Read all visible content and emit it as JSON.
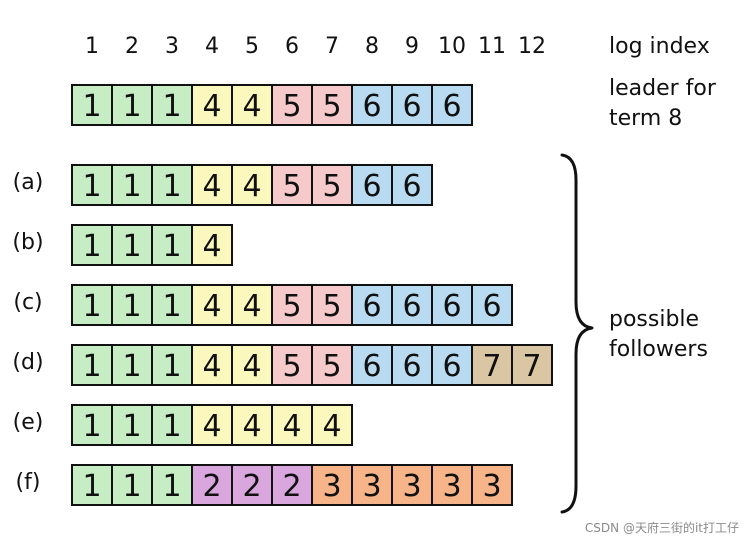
{
  "log_index": {
    "label": "log index",
    "indices": [
      "1",
      "2",
      "3",
      "4",
      "5",
      "6",
      "7",
      "8",
      "9",
      "10",
      "11",
      "12"
    ]
  },
  "leader": {
    "label_line1": "leader for",
    "label_line2": "term 8",
    "entries": [
      "1",
      "1",
      "1",
      "4",
      "4",
      "5",
      "5",
      "6",
      "6",
      "6"
    ]
  },
  "followers": {
    "label_line1": "possible",
    "label_line2": "followers",
    "rows": [
      {
        "label": "(a)",
        "entries": [
          "1",
          "1",
          "1",
          "4",
          "4",
          "5",
          "5",
          "6",
          "6"
        ]
      },
      {
        "label": "(b)",
        "entries": [
          "1",
          "1",
          "1",
          "4"
        ]
      },
      {
        "label": "(c)",
        "entries": [
          "1",
          "1",
          "1",
          "4",
          "4",
          "5",
          "5",
          "6",
          "6",
          "6",
          "6"
        ]
      },
      {
        "label": "(d)",
        "entries": [
          "1",
          "1",
          "1",
          "4",
          "4",
          "5",
          "5",
          "6",
          "6",
          "6",
          "7",
          "7"
        ]
      },
      {
        "label": "(e)",
        "entries": [
          "1",
          "1",
          "1",
          "4",
          "4",
          "4",
          "4"
        ]
      },
      {
        "label": "(f)",
        "entries": [
          "1",
          "1",
          "1",
          "2",
          "2",
          "2",
          "3",
          "3",
          "3",
          "3",
          "3"
        ]
      }
    ]
  },
  "term_colors": {
    "1": "#c6edc4",
    "2": "#d9a6dd",
    "3": "#f7b489",
    "4": "#fbf8bd",
    "5": "#f6caca",
    "6": "#b9dbf2",
    "7": "#dac6a3"
  },
  "watermark": "CSDN @天府三街的it打工仔"
}
